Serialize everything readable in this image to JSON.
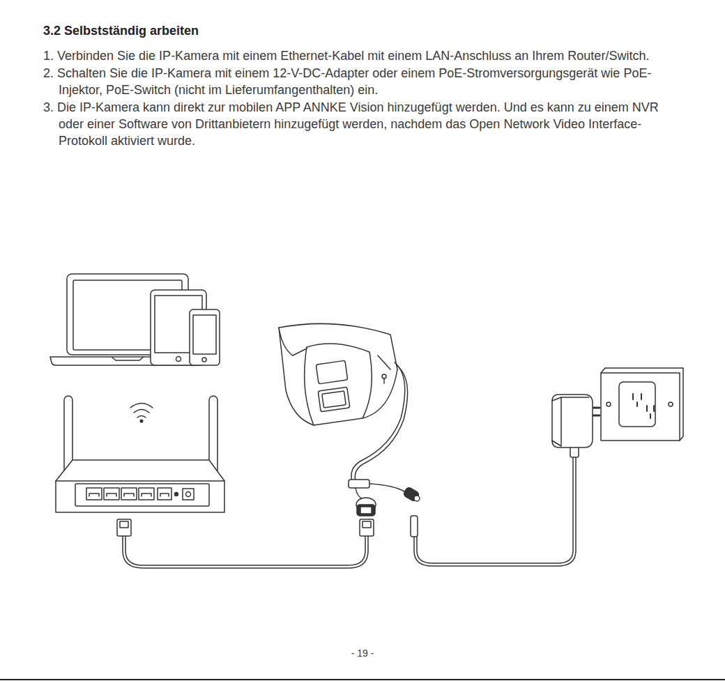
{
  "diagram": {
    "title": "3.2 Selbstständig arbeiten",
    "labels": [
      "1. Verbinden Sie die IP-Kamera mit einem Ethernet-Kabel mit einem LAN-Anschluss an Ihrem Router/Switch.",
      "2. Schalten Sie die IP-Kamera mit einem 12-V-DC-Adapter oder einem PoE-Stromversorgungsgerät wie PoE-Injektor, PoE-Switch (nicht im Lieferumfangenthalten) ein.",
      "3. Die IP-Kamera kann direkt zur mobilen APP ANNKE Vision hinzugefügt werden. Und es kann zu einem NVR oder einer Software von Drittanbietern hinzugefügt werden, nachdem das Open Network Video Interface-Protokoll aktiviert wurde.",
      "- 19 -"
    ]
  }
}
